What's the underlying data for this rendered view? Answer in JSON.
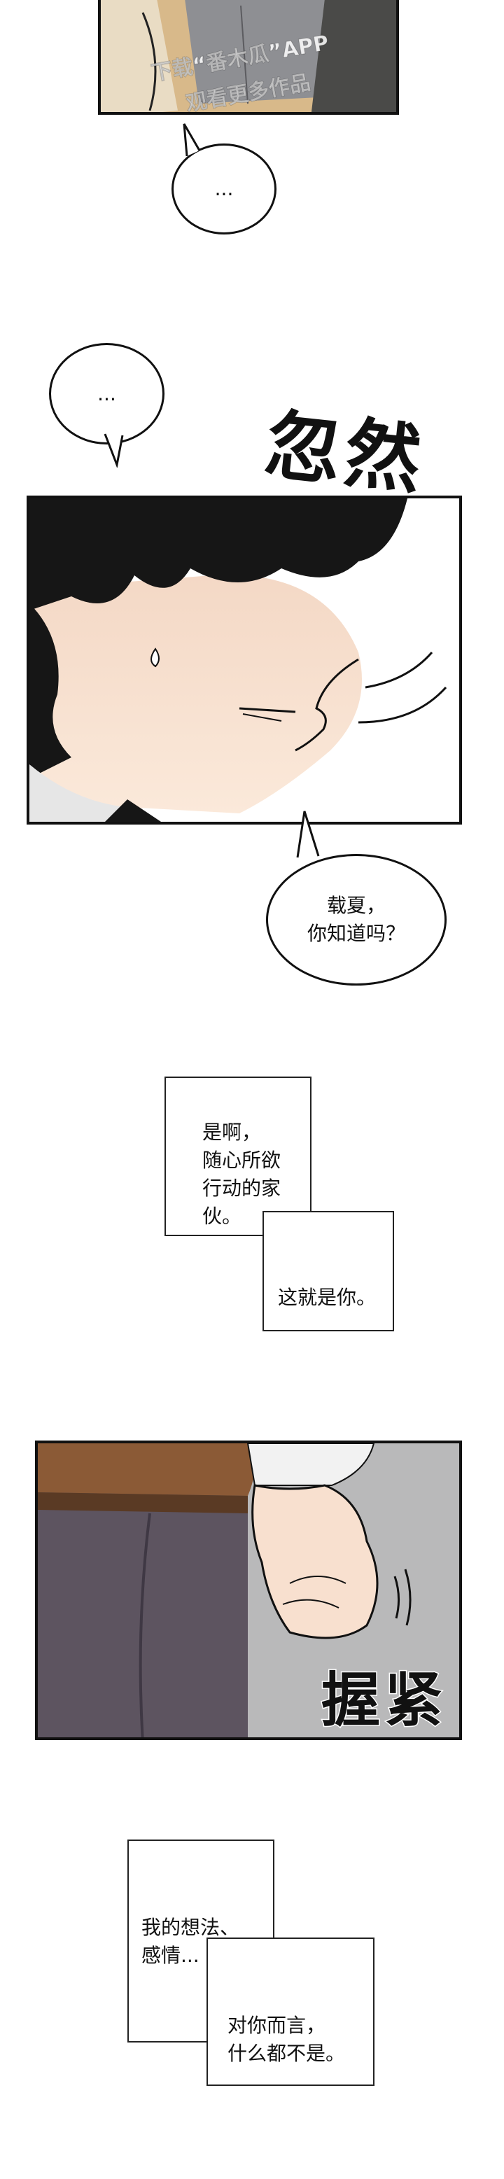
{
  "watermark": {
    "line1": "下载“番木瓜”APP",
    "line2": "观看更多作品"
  },
  "bubbles": {
    "ellipsis_1": "...",
    "ellipsis_2": "...",
    "question": "载夏，\n你知道吗？"
  },
  "sfx": {
    "sudden": "忽然",
    "clench": "握紧"
  },
  "narration": {
    "box1": "是啊，\n随心所欲\n行动的家\n伙。",
    "box2": "这就是你。",
    "box3": "我的想法、\n感情...",
    "box4": "对你而言，\n什么都不是。"
  }
}
